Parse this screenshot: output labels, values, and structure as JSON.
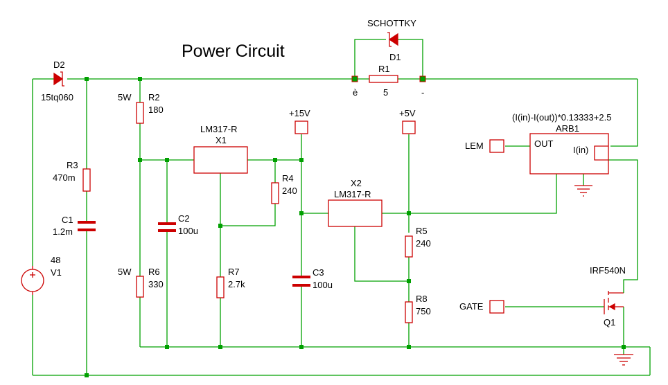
{
  "title": "Power Circuit",
  "colors": {
    "wire": "#00a000",
    "component": "#cc0000",
    "junction": "#00a000",
    "text": "#000000"
  },
  "labels": {
    "d2_name": "D2",
    "d2_value": "15tq060",
    "d1_type": "SCHOTTKY",
    "d1_name": "D1",
    "r1_name": "R1",
    "r1_value": "5",
    "r1_left_pin": "è",
    "r1_right_pin": "-",
    "r2_power": "5W",
    "r2_name": "R2",
    "r2_value": "180",
    "r3_name": "R3",
    "r3_value": "470m",
    "c1_name": "C1",
    "c1_value": "1.2m",
    "v1_value": "48",
    "v1_name": "V1",
    "x1_type": "LM317-R",
    "x1_name": "X1",
    "c2_name": "C2",
    "c2_value": "100u",
    "r6_power": "5W",
    "r6_name": "R6",
    "r6_value": "330",
    "r7_name": "R7",
    "r7_value": "2.7k",
    "r4_name": "R4",
    "r4_value": "240",
    "p15_label": "+15V",
    "c3_name": "C3",
    "c3_value": "100u",
    "x2_name": "X2",
    "x2_type": "LM317-R",
    "p5_label": "+5V",
    "r5_name": "R5",
    "r5_value": "240",
    "r8_name": "R8",
    "r8_value": "750",
    "arb_expr": "(I(in)-I(out))*0.13333+2.5",
    "arb_name": "ARB1",
    "arb_out": "OUT",
    "arb_in": "I(in)",
    "lem_label": "LEM",
    "q1_type": "IRF540N",
    "q1_name": "Q1",
    "gate_label": "GATE"
  }
}
